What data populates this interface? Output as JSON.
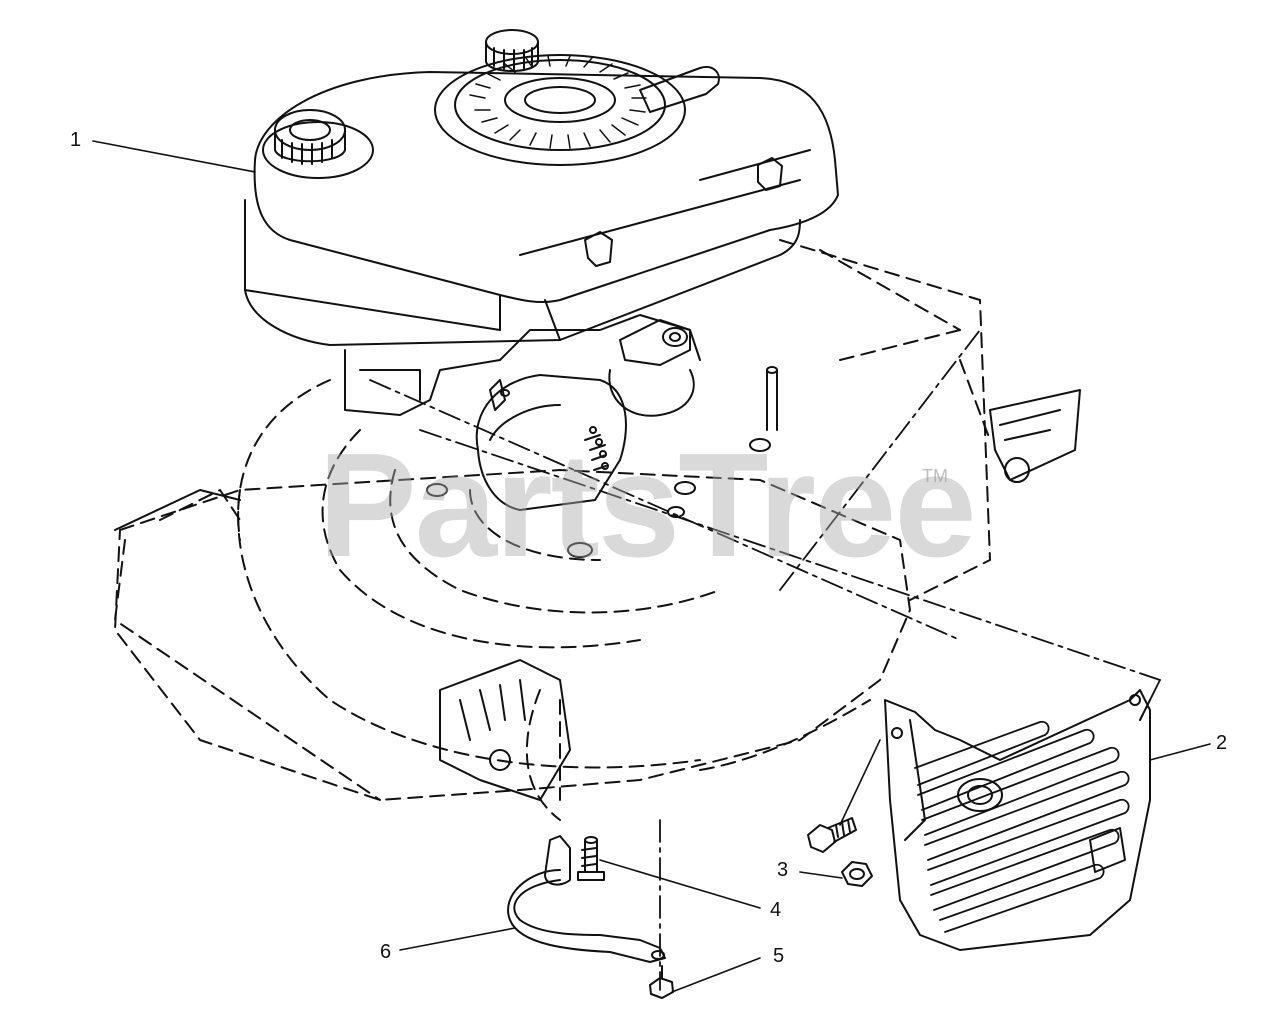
{
  "callouts": {
    "c1": "1",
    "c2": "2",
    "c3": "3",
    "c4": "4",
    "c5": "5",
    "c6": "6"
  },
  "watermark": {
    "text": "PartsTree",
    "tm": "TM"
  },
  "colors": {
    "ink": "#111111",
    "background": "#ffffff",
    "watermark": "#aaaaaa"
  }
}
